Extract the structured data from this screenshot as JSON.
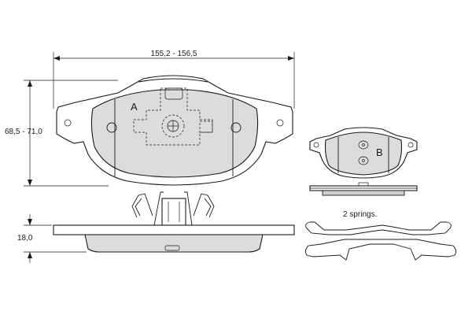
{
  "dimensions": {
    "width_label": "155,2 - 156,5",
    "height_label": "68,5 - 71,0",
    "thickness_label": "18,0"
  },
  "pads": {
    "pad_a_label": "A",
    "pad_b_label": "B"
  },
  "springs": {
    "label": "2 springs."
  },
  "colors": {
    "line": "#1a1a1a",
    "pad_fill": "#dcdcdc",
    "background": "#ffffff"
  }
}
